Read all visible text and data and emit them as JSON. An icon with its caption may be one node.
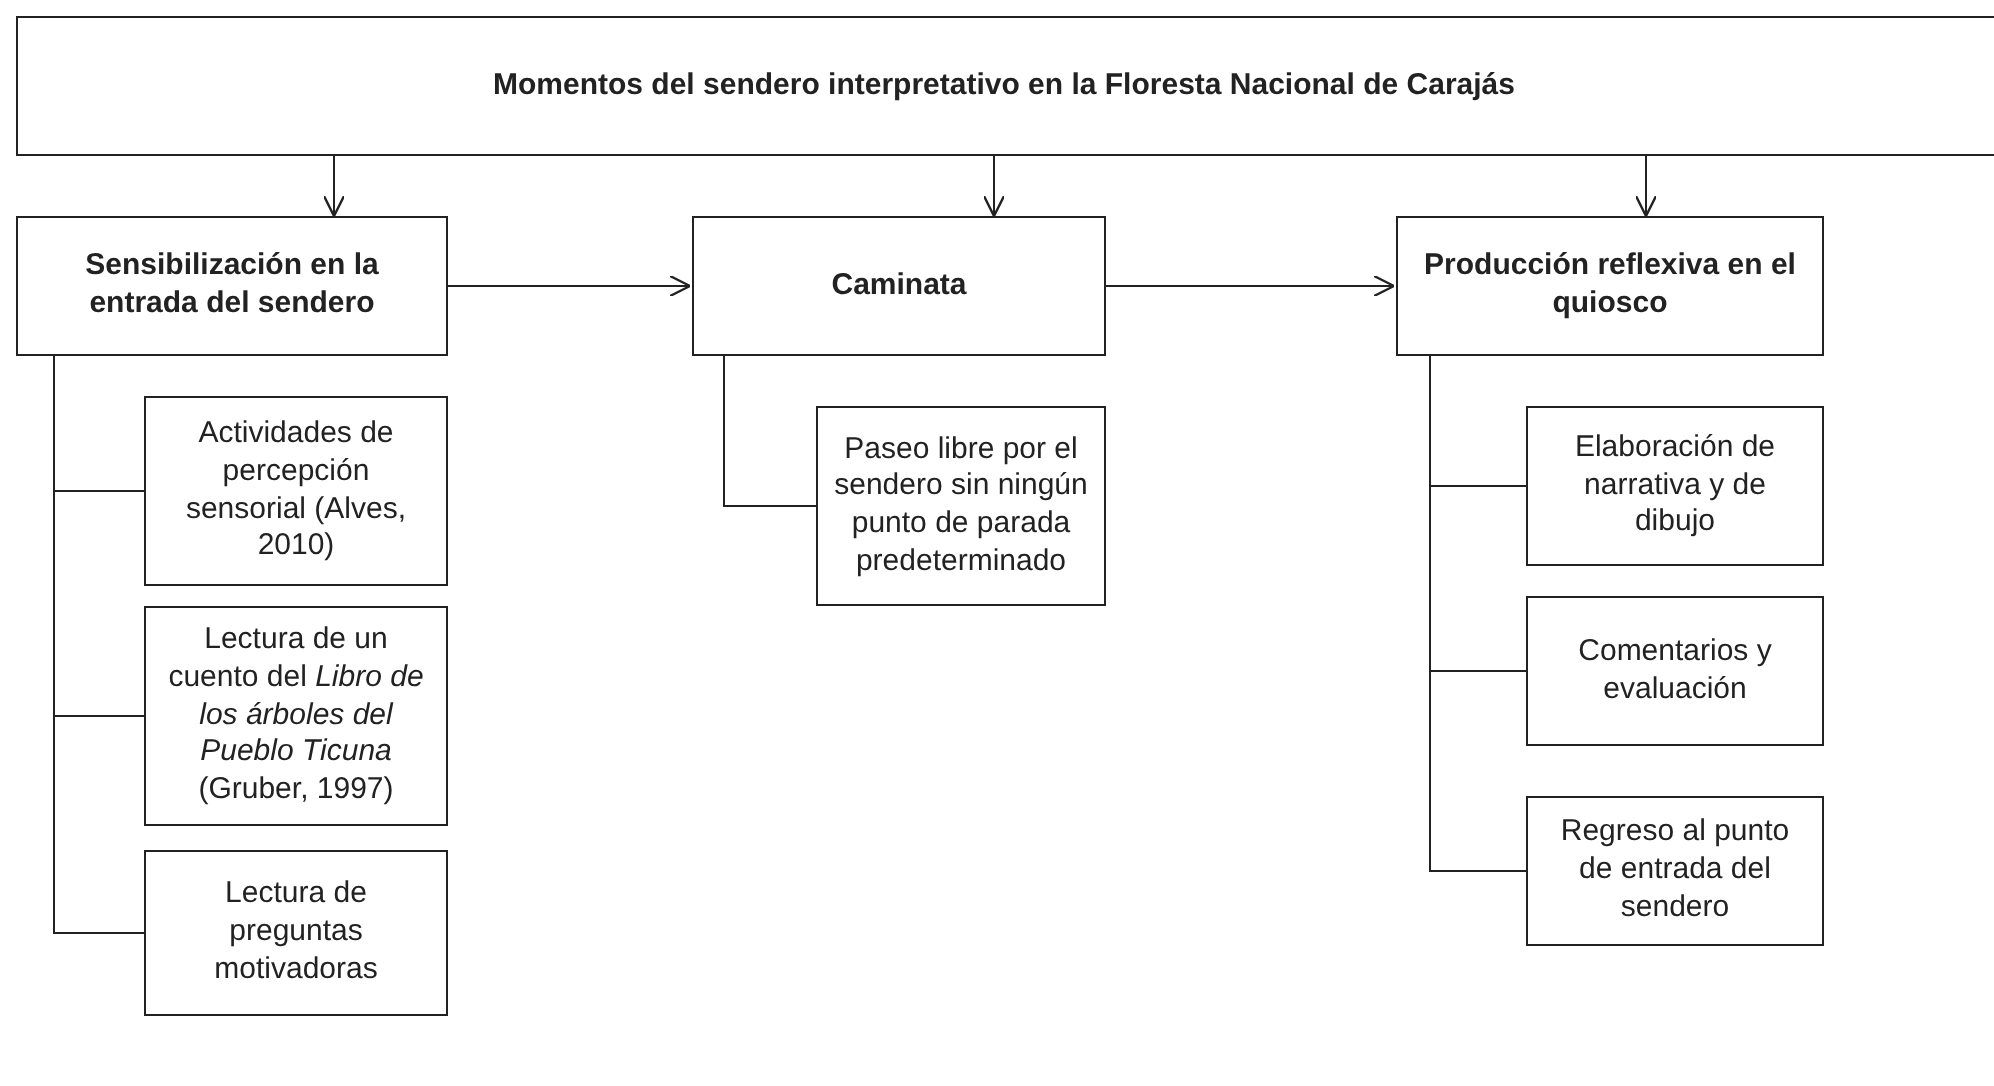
{
  "diagram": {
    "nodes": [
      {
        "text": [
          "Momentos del sendero interpretativo en la Floresta Nacional de Carajás"
        ]
      },
      {
        "text": [
          "Sensibilización en la entrada del sendero"
        ]
      },
      {
        "text": [
          "Caminata"
        ]
      },
      {
        "text": [
          "Producción reflexiva en el quiosco"
        ]
      },
      {
        "text": [
          "Actividades de percepción sensorial (Alves, 2010)"
        ]
      },
      {
        "text": [
          "Lectura de un cuento del *Libro de los árboles del Pueblo Ticuna* (Gruber, 1997)"
        ]
      },
      {
        "text": [
          "Lectura de preguntas motivadoras"
        ]
      },
      {
        "text": [
          "Paseo libre por el sendero sin ningún punto de parada predeterminado"
        ]
      },
      {
        "text": [
          "Elaboración de narrativa y de dibujo"
        ]
      },
      {
        "text": [
          "Comentarios y evaluación"
        ]
      },
      {
        "text": [
          "Regreso al punto de entrada del sendero"
        ]
      }
    ],
    "edges": [
      {
        "from": 0,
        "to": 1,
        "arrow": "to"
      },
      {
        "from": 0,
        "to": 2,
        "arrow": "to"
      },
      {
        "from": 0,
        "to": 3,
        "arrow": "to"
      },
      {
        "from": 1,
        "to": 2,
        "arrow": "to"
      },
      {
        "from": 2,
        "to": 3,
        "arrow": "to"
      },
      {
        "from": 1,
        "to": 4,
        "arrow": "none"
      },
      {
        "from": 1,
        "to": 5,
        "arrow": "none"
      },
      {
        "from": 1,
        "to": 6,
        "arrow": "none"
      },
      {
        "from": 2,
        "to": 7,
        "arrow": "none"
      },
      {
        "from": 3,
        "to": 8,
        "arrow": "none"
      },
      {
        "from": 3,
        "to": 9,
        "arrow": "none"
      },
      {
        "from": 3,
        "to": 10,
        "arrow": "none"
      }
    ]
  }
}
